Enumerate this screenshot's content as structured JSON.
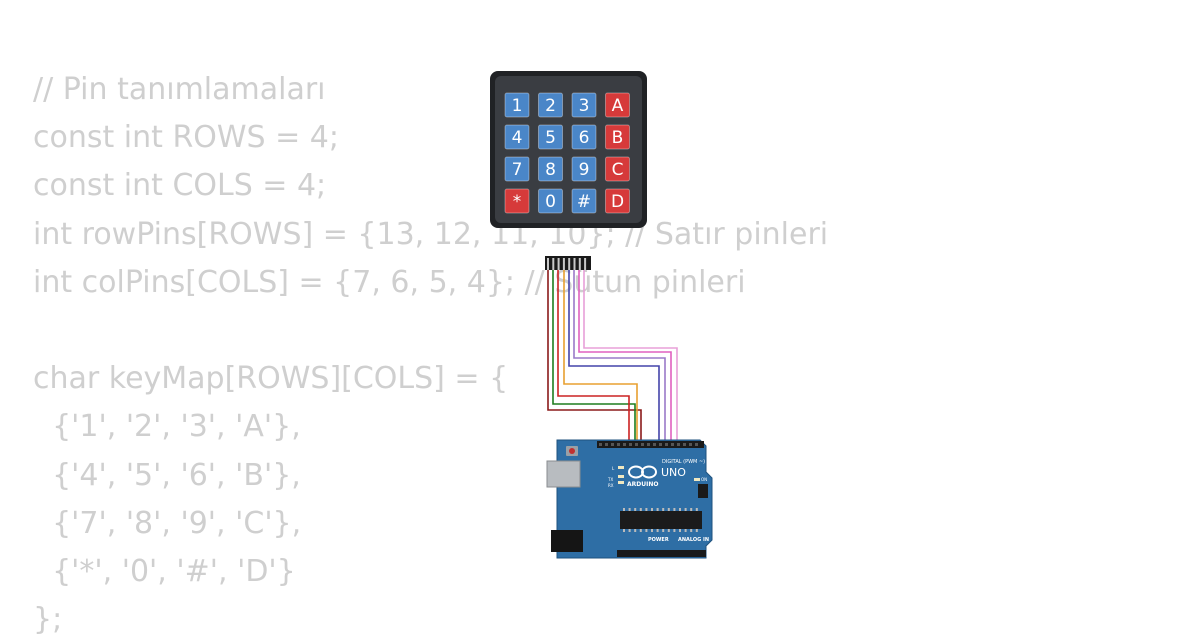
{
  "code": {
    "lines": [
      "// Pin tanımlamaları",
      "const int ROWS = 4;",
      "const int COLS = 4;",
      "int rowPins[ROWS] = {13, 12, 11, 10}; // Satır pinleri",
      "int colPins[COLS] = {7, 6, 5, 4}; // Sütun pinleri",
      "",
      "char keyMap[ROWS][COLS] = {",
      "  {'1', '2', '3', 'A'},",
      "  {'4', '5', '6', 'B'},",
      "  {'7', '8', '9', 'C'},",
      "  {'*', '0', '#', 'D'}",
      "};"
    ]
  },
  "keypad": {
    "keys": [
      [
        "1",
        "2",
        "3",
        "A"
      ],
      [
        "4",
        "5",
        "6",
        "B"
      ],
      [
        "7",
        "8",
        "9",
        "C"
      ],
      [
        "*",
        "0",
        "#",
        "D"
      ]
    ],
    "colors": {
      "digit": "#4a86c8",
      "letter": "#d63a3a",
      "body": "#3a3d42",
      "frame": "#202225"
    }
  },
  "arduino": {
    "model": "UNO",
    "brand": "ARDUINO",
    "header_digital": "DIGITAL (PWM ~)",
    "header_analog": "ANALOG IN",
    "header_power": "POWER",
    "led_tx": "TX",
    "led_rx": "RX",
    "led_on": "ON",
    "led_l": "L",
    "colors": {
      "board": "#2e6ea5",
      "board_edge": "#1f527e"
    }
  },
  "wires": {
    "colors": [
      "#8b1a1a",
      "#1e7d1e",
      "#cc2222",
      "#e8a030",
      "#4444aa",
      "#9a7ac8",
      "#e060c0",
      "#e8a0d8"
    ]
  }
}
